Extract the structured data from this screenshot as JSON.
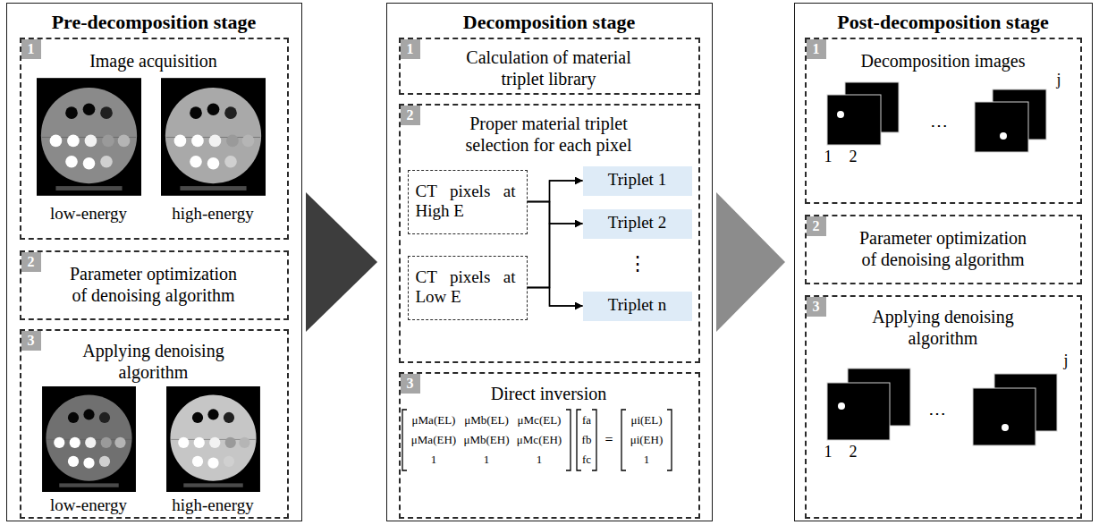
{
  "diagram": {
    "nodes": [
      {
        "text": [
          "Pre-decomposition stage"
        ]
      },
      {
        "text": [
          "1",
          "Image acquisition",
          "low-energy",
          "high-energy"
        ],
        "in": 0
      },
      {
        "text": [
          "2",
          "Parameter optimization of denoising algorithm"
        ],
        "in": 0
      },
      {
        "text": [
          "3",
          "Applying denoising algorithm",
          "low-energy",
          "high-energy"
        ],
        "in": 0
      },
      {
        "text": [
          "Decomposition stage"
        ]
      },
      {
        "text": [
          "1",
          "Calculation of material triplet library"
        ],
        "in": 4
      },
      {
        "text": [
          "2",
          "Proper material triplet selection for each pixel"
        ],
        "in": 4
      },
      {
        "text": [
          "CT pixels at High E"
        ],
        "in": 6
      },
      {
        "text": [
          "CT pixels at Low E"
        ],
        "in": 6
      },
      {
        "text": [
          "Triplet 1"
        ],
        "in": 6
      },
      {
        "text": [
          "Triplet 2"
        ],
        "in": 6
      },
      {
        "text": [
          "Triplet n"
        ],
        "in": 6
      },
      {
        "text": [
          "3",
          "Direct inversion"
        ],
        "in": 4
      },
      {
        "text": [
          "Post-decomposition stage"
        ]
      },
      {
        "text": [
          "1",
          "Decomposition images"
        ],
        "in": 13
      },
      {
        "text": [
          "2",
          "Parameter optimization of denoising algorithm"
        ],
        "in": 13
      },
      {
        "text": [
          "3",
          "Applying denoising algorithm"
        ],
        "in": 13
      }
    ],
    "edges": [
      {
        "from": 0,
        "to": 4,
        "arrow": "to"
      },
      {
        "from": 4,
        "to": 13,
        "arrow": "to"
      },
      {
        "from": 7,
        "to": 9,
        "arrow": "to"
      },
      {
        "from": 7,
        "to": 10,
        "arrow": "to"
      },
      {
        "from": 7,
        "to": 11,
        "arrow": "to"
      },
      {
        "from": 8,
        "to": 9,
        "arrow": "to"
      },
      {
        "from": 8,
        "to": 10,
        "arrow": "to"
      },
      {
        "from": 8,
        "to": 11,
        "arrow": "to"
      }
    ],
    "labels": [
      "⋮",
      "μMa(EL)",
      "μMb(EL)",
      "μMc(EL)",
      "μMa(EH)",
      "μMb(EH)",
      "μMc(EH)",
      "1",
      "1",
      "1",
      "fa",
      "fb",
      "fc",
      "=",
      "μi(EL)",
      "μi(EH)",
      "1",
      "1",
      "2",
      "⋯",
      "j",
      "1",
      "2",
      "⋯",
      "j"
    ]
  }
}
